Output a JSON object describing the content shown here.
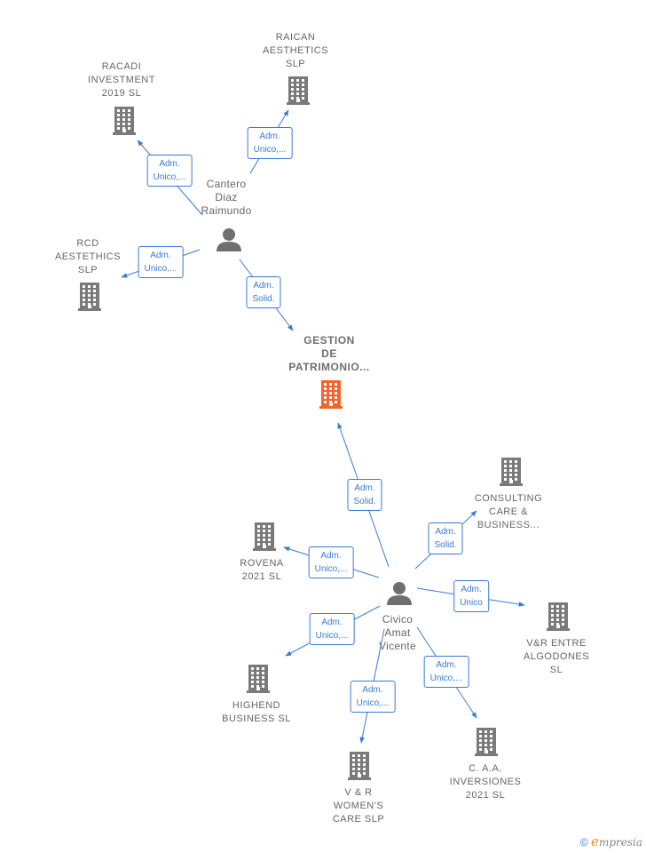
{
  "colors": {
    "edge": "#3a7bd5",
    "company": "#7a7a7a",
    "main_company": "#f0662a",
    "person": "#6f6f6f"
  },
  "nodes": [
    {
      "id": "gestion",
      "kind": "company-main",
      "label": "GESTION\nDE\nPATRIMONIO..."
    },
    {
      "id": "cantero",
      "kind": "person",
      "label": "Cantero\nDiaz\nRaimundo"
    },
    {
      "id": "civico",
      "kind": "person",
      "label": "Civico\nAmat\nVicente"
    },
    {
      "id": "raican",
      "kind": "company",
      "label": "RAICAN\nAESTHETICS\nSLP"
    },
    {
      "id": "racadi",
      "kind": "company",
      "label": "RACADI\nINVESTMENT\n2019  SL"
    },
    {
      "id": "rcd",
      "kind": "company",
      "label": "RCD\nAESTETHICS\nSLP"
    },
    {
      "id": "consulting",
      "kind": "company",
      "label": "CONSULTING\nCARE &\nBUSINESS..."
    },
    {
      "id": "rovena",
      "kind": "company",
      "label": "ROVENA\n2021  SL"
    },
    {
      "id": "vr_entre",
      "kind": "company",
      "label": "V&R ENTRE\nALGODONES\nSL"
    },
    {
      "id": "highend",
      "kind": "company",
      "label": "HIGHEND\nBUSINESS  SL"
    },
    {
      "id": "caa",
      "kind": "company",
      "label": "C. A.A.\nINVERSIONES\n2021  SL"
    },
    {
      "id": "vr_womens",
      "kind": "company",
      "label": "V & R\nWOMEN'S\nCARE  SLP"
    }
  ],
  "edges": [
    {
      "from": "cantero",
      "to": "raican",
      "label": "Adm.\nUnico,..."
    },
    {
      "from": "cantero",
      "to": "racadi",
      "label": "Adm.\nUnico,..."
    },
    {
      "from": "cantero",
      "to": "rcd",
      "label": "Adm.\nUnico,..."
    },
    {
      "from": "cantero",
      "to": "gestion",
      "label": "Adm.\nSolid."
    },
    {
      "from": "civico",
      "to": "gestion",
      "label": "Adm.\nSolid."
    },
    {
      "from": "civico",
      "to": "consulting",
      "label": "Adm.\nSolid."
    },
    {
      "from": "civico",
      "to": "rovena",
      "label": "Adm.\nUnico,..."
    },
    {
      "from": "civico",
      "to": "vr_entre",
      "label": "Adm.\nUnico"
    },
    {
      "from": "civico",
      "to": "highend",
      "label": "Adm.\nUnico,..."
    },
    {
      "from": "civico",
      "to": "caa",
      "label": "Adm.\nUnico,..."
    },
    {
      "from": "civico",
      "to": "vr_womens",
      "label": "Adm.\nUnico,..."
    }
  ],
  "footer": {
    "copyright": "©",
    "brand_initial": "e",
    "brand_rest": "mpresia"
  }
}
